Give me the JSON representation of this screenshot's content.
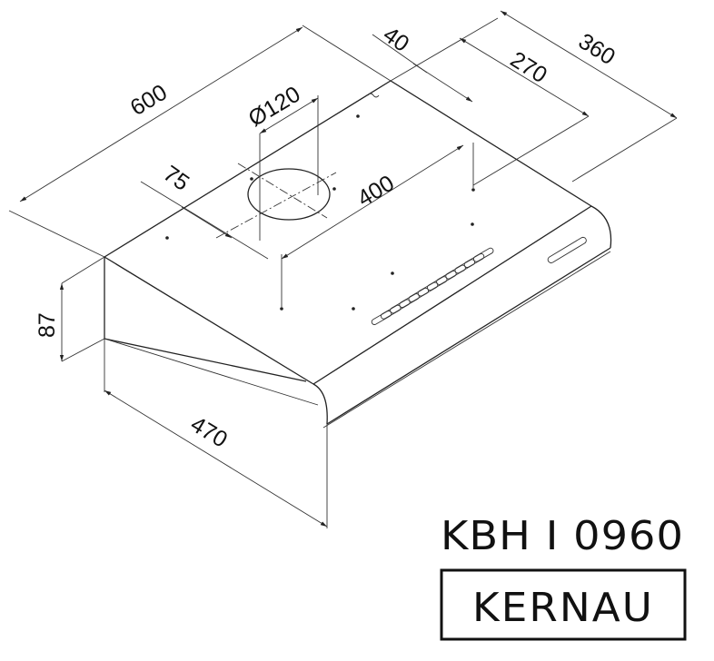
{
  "dimensions": {
    "width": "600",
    "outlet_offset_rear": "40",
    "depth_mount": "270",
    "depth_total": "360",
    "outlet_diameter": "Ø120",
    "outlet_offset_side": "75",
    "mount_hole_spacing": "400",
    "height": "87",
    "front_depth": "470"
  },
  "model": "KBH I 0960",
  "brand": "KERNAU",
  "colors": {
    "line": "#222222",
    "background": "#ffffff"
  }
}
